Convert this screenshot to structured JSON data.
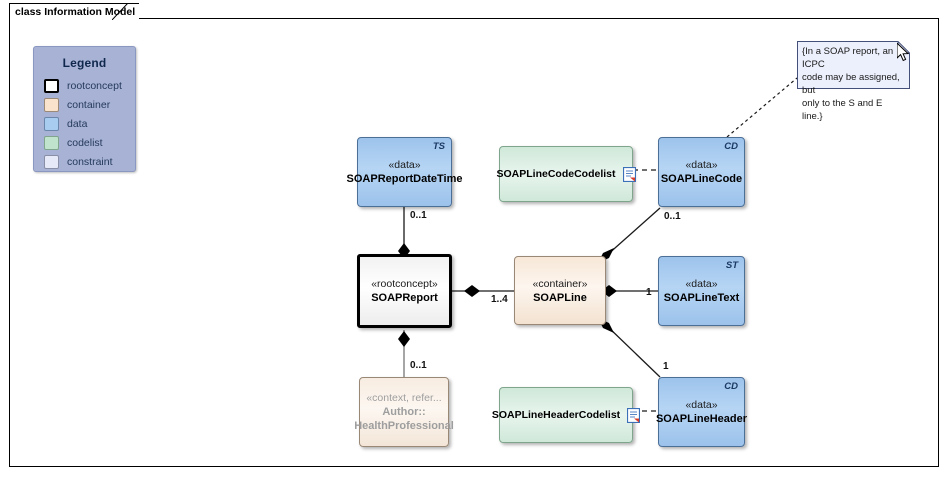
{
  "diagram": {
    "title": "class Information Model",
    "type": "uml-class-diagram"
  },
  "legend": {
    "title": "Legend",
    "items": [
      {
        "label": "rootconcept",
        "color": "#ffffff"
      },
      {
        "label": "container",
        "color": "#fae3cc"
      },
      {
        "label": "data",
        "color": "#a8cbf0"
      },
      {
        "label": "codelist",
        "color": "#bfe3cd"
      },
      {
        "label": "constraint",
        "color": "#e6e9f7"
      }
    ],
    "background_color": "#a7b2d4"
  },
  "nodes": [
    {
      "id": "soapreportdatetime",
      "stereotype": "«data»",
      "name": "SOAPReportDateTime",
      "type_marker": "TS",
      "kind": "data"
    },
    {
      "id": "soapreport",
      "stereotype": "«rootconcept»",
      "name": "SOAPReport",
      "type_marker": "",
      "kind": "rootconcept"
    },
    {
      "id": "soapline",
      "stereotype": "«container»",
      "name": "SOAPLine",
      "type_marker": "",
      "kind": "container"
    },
    {
      "id": "soaplinecode",
      "stereotype": "«data»",
      "name": "SOAPLineCode",
      "type_marker": "CD",
      "kind": "data"
    },
    {
      "id": "soaplinetext",
      "stereotype": "«data»",
      "name": "SOAPLineText",
      "type_marker": "ST",
      "kind": "data"
    },
    {
      "id": "soaplineheader",
      "stereotype": "«data»",
      "name": "SOAPLineHeader",
      "type_marker": "CD",
      "kind": "data"
    },
    {
      "id": "soaplinecodecodelist",
      "stereotype": "",
      "name": "SOAPLineCodeCodelist",
      "type_marker": "",
      "kind": "codelist",
      "icon": "document-icon"
    },
    {
      "id": "soaplineheadercodelist",
      "stereotype": "",
      "name": "SOAPLineHeaderCodelist",
      "type_marker": "",
      "kind": "codelist",
      "icon": "document-icon"
    },
    {
      "id": "author-healthprofessional",
      "stereotype": "«context, refer...",
      "name": "Author::",
      "name2": "HealthProfessional",
      "type_marker": "",
      "kind": "greyed-container"
    }
  ],
  "multiplicities": {
    "datetime_to_report": "0..1",
    "report_to_line": "1..4",
    "line_to_code": "0..1",
    "line_to_text": "1",
    "line_to_header": "1",
    "report_to_author": "0..1"
  },
  "note": {
    "text": "{In a SOAP report, an ICPC code may be assigned, but only to the S and E line.}",
    "line1": "{In a SOAP report, an ICPC",
    "line2": "code may be assigned, but",
    "line3": "only to the S and E line.}"
  }
}
